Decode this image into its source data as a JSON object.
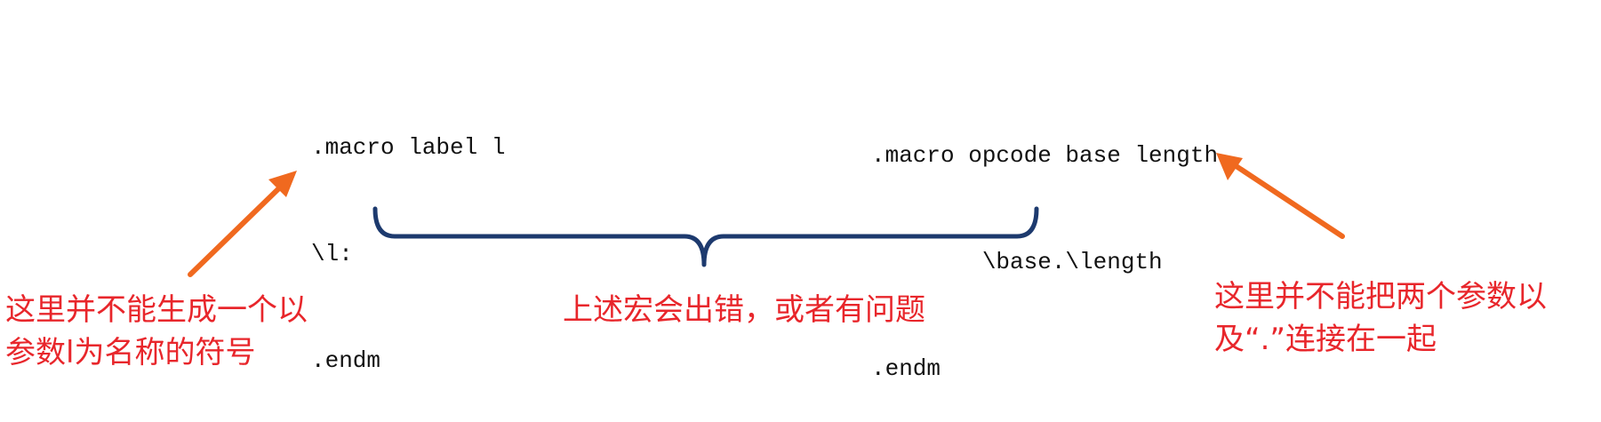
{
  "colors": {
    "annotation_text": "#e8262b",
    "arrow": "#f0691f",
    "brace": "#1d3a6e",
    "code_text": "#111111"
  },
  "left_macro": {
    "lines": [
      ".macro label l",
      "\\l:",
      ".endm"
    ]
  },
  "right_macro": {
    "lines": [
      ".macro opcode base length",
      "        \\base.\\length",
      ".endm"
    ]
  },
  "left_note": {
    "lines": [
      "这里并不能生成一个以",
      "参数l为名称的符号"
    ]
  },
  "center_note": {
    "text": "上述宏会出错，或者有问题"
  },
  "right_note": {
    "lines": [
      "这里并不能把两个参数以",
      "及“.”连接在一起"
    ]
  }
}
